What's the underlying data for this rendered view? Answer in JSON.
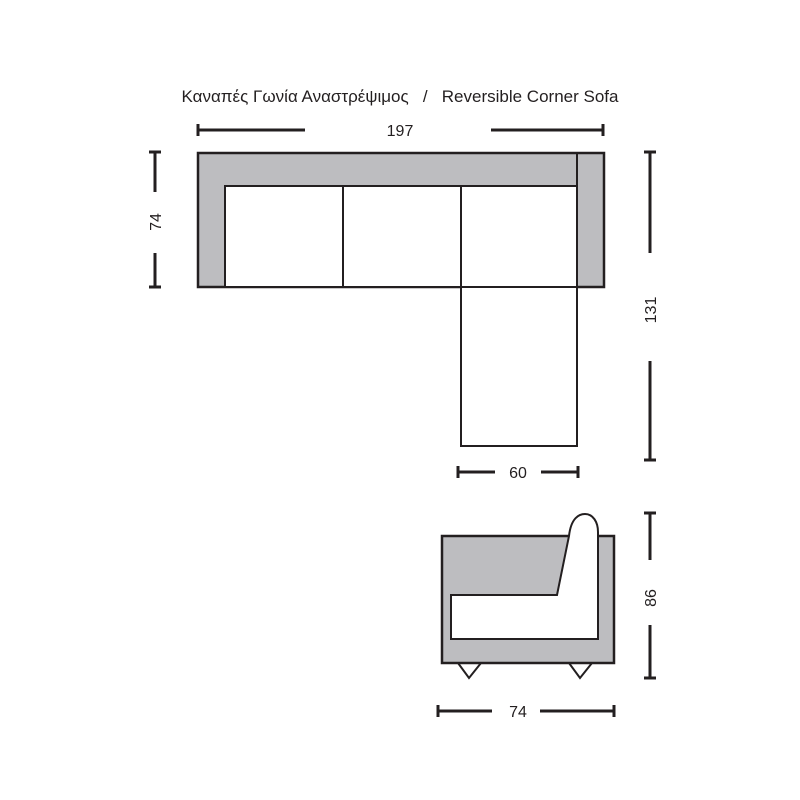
{
  "title": "Καναπές Γωνία Αναστρέψιμος   /   Reversible Corner Sofa",
  "dimensions": {
    "top_width": "197",
    "left_depth": "74",
    "right_length": "131",
    "chaise_width": "60",
    "side_height": "86",
    "side_depth": "74"
  },
  "colors": {
    "upholstery": "#bdbdc0",
    "line": "#231f20"
  }
}
